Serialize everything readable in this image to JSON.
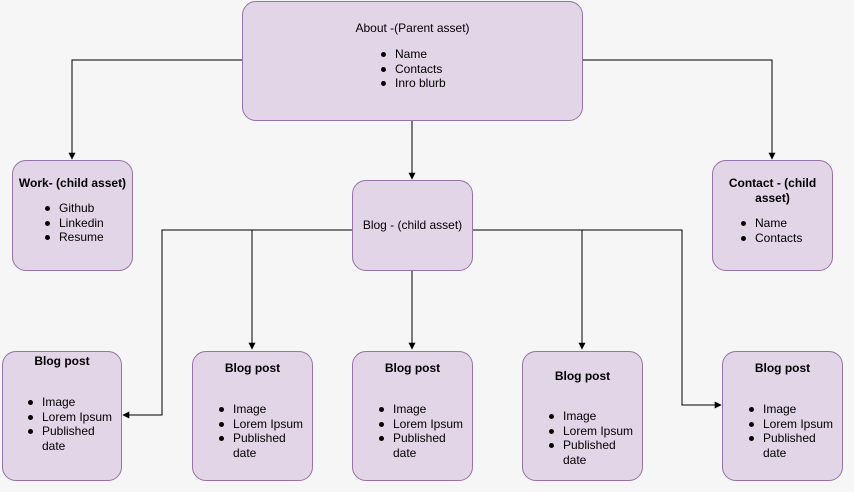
{
  "about": {
    "title": "About -(Parent asset)",
    "items": [
      "Name",
      "Contacts",
      " Inro blurb"
    ]
  },
  "work": {
    "title": "Work- (child asset)",
    "items": [
      "Github",
      "Linkedin",
      "Resume"
    ]
  },
  "blog": {
    "title": "Blog - (child asset)"
  },
  "contact": {
    "title": "Contact - (child asset)",
    "items": [
      "Name",
      "Contacts"
    ]
  },
  "blog_posts": [
    {
      "title": "Blog post",
      "items": [
        "Image",
        "Lorem Ipsum",
        " Published date"
      ]
    },
    {
      "title": "Blog post",
      "items": [
        "Image",
        "Lorem Ipsum",
        " Published date"
      ]
    },
    {
      "title": "Blog post",
      "items": [
        "Image",
        "Lorem Ipsum",
        " Published date"
      ]
    },
    {
      "title": "Blog post",
      "items": [
        "Image",
        "Lorem Ipsum",
        " Published date"
      ]
    },
    {
      "title": "Blog post",
      "items": [
        "Image",
        "Lorem Ipsum",
        " Published date"
      ]
    }
  ],
  "colors": {
    "node_fill": "#e1d5e7",
    "node_stroke": "#9673a6",
    "edge": "#000000",
    "background": "#f6f6f6"
  }
}
